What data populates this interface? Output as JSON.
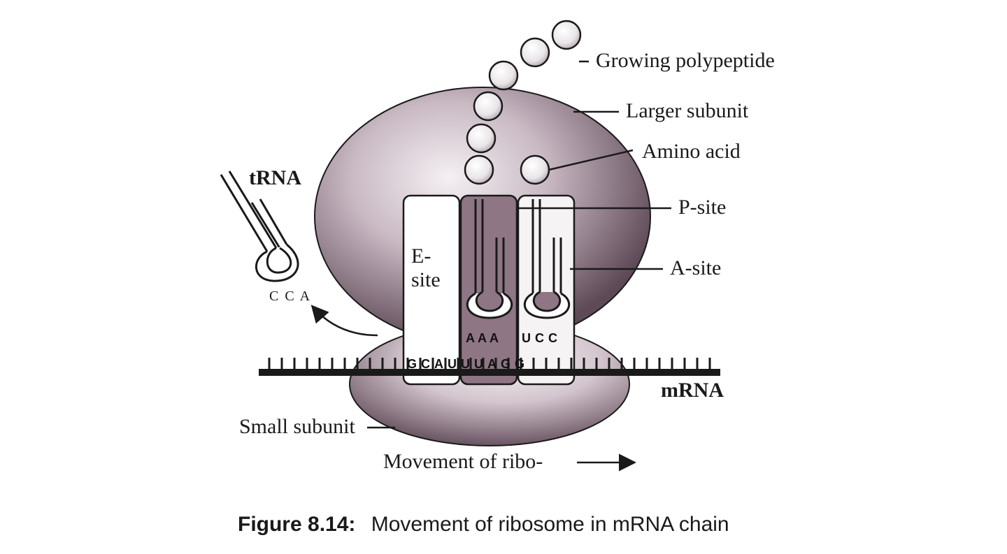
{
  "labels": {
    "growing_polypeptide": "Growing polypeptide",
    "larger_subunit": "Larger subunit",
    "amino_acid": "Amino acid",
    "p_site": "P-site",
    "a_site": "A-site",
    "trna": "tRNA",
    "e_site_line1": "E-",
    "e_site_line2": "site",
    "mrna": "mRNA",
    "small_subunit": "Small subunit",
    "movement": "Movement of ribo-",
    "trna_end": "C C A"
  },
  "codons": {
    "p_site_anticodon": "AAA",
    "a_site_anticodon": "UCC",
    "mrna_bases": "GCAUUUAGG"
  },
  "caption": {
    "prefix": "Figure 8.14:",
    "text": "Movement of ribosome in mRNA chain"
  },
  "colors": {
    "ribosome_dark": "#6e5a66",
    "ribosome_light": "#f2eef1",
    "ink": "#1a1a1a"
  }
}
